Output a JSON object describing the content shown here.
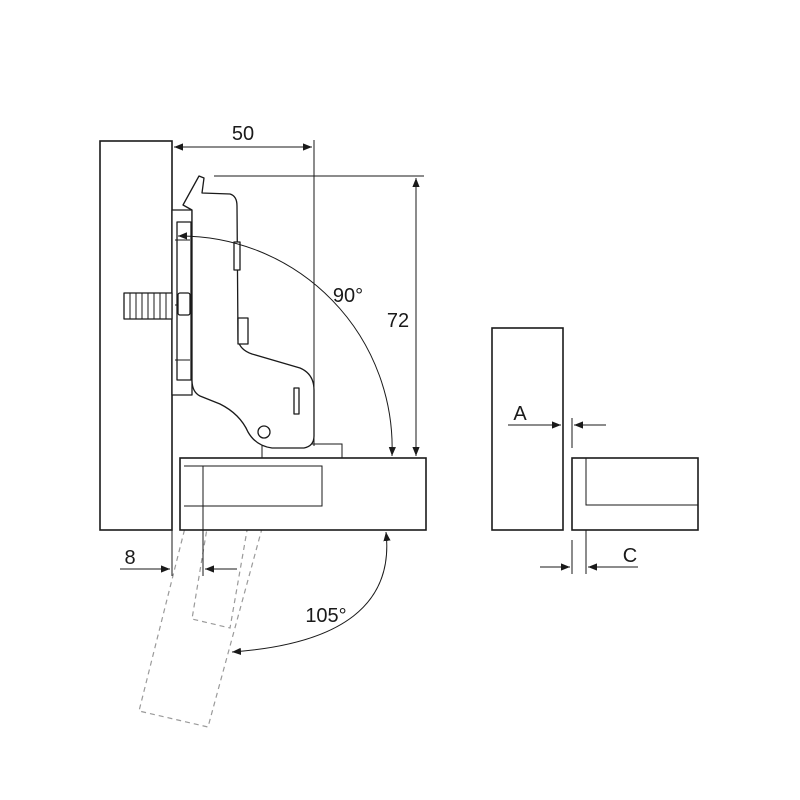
{
  "dimensions": {
    "width_label": "50",
    "height_label": "72",
    "open_angle_label": "90°",
    "swing_angle_label": "105°",
    "overlay_label": "8"
  },
  "detail": {
    "gap_a_label": "A",
    "gap_c_label": "C"
  },
  "colors": {
    "line": "#1a1a1a",
    "hidden_line": "#9a9a9a"
  }
}
